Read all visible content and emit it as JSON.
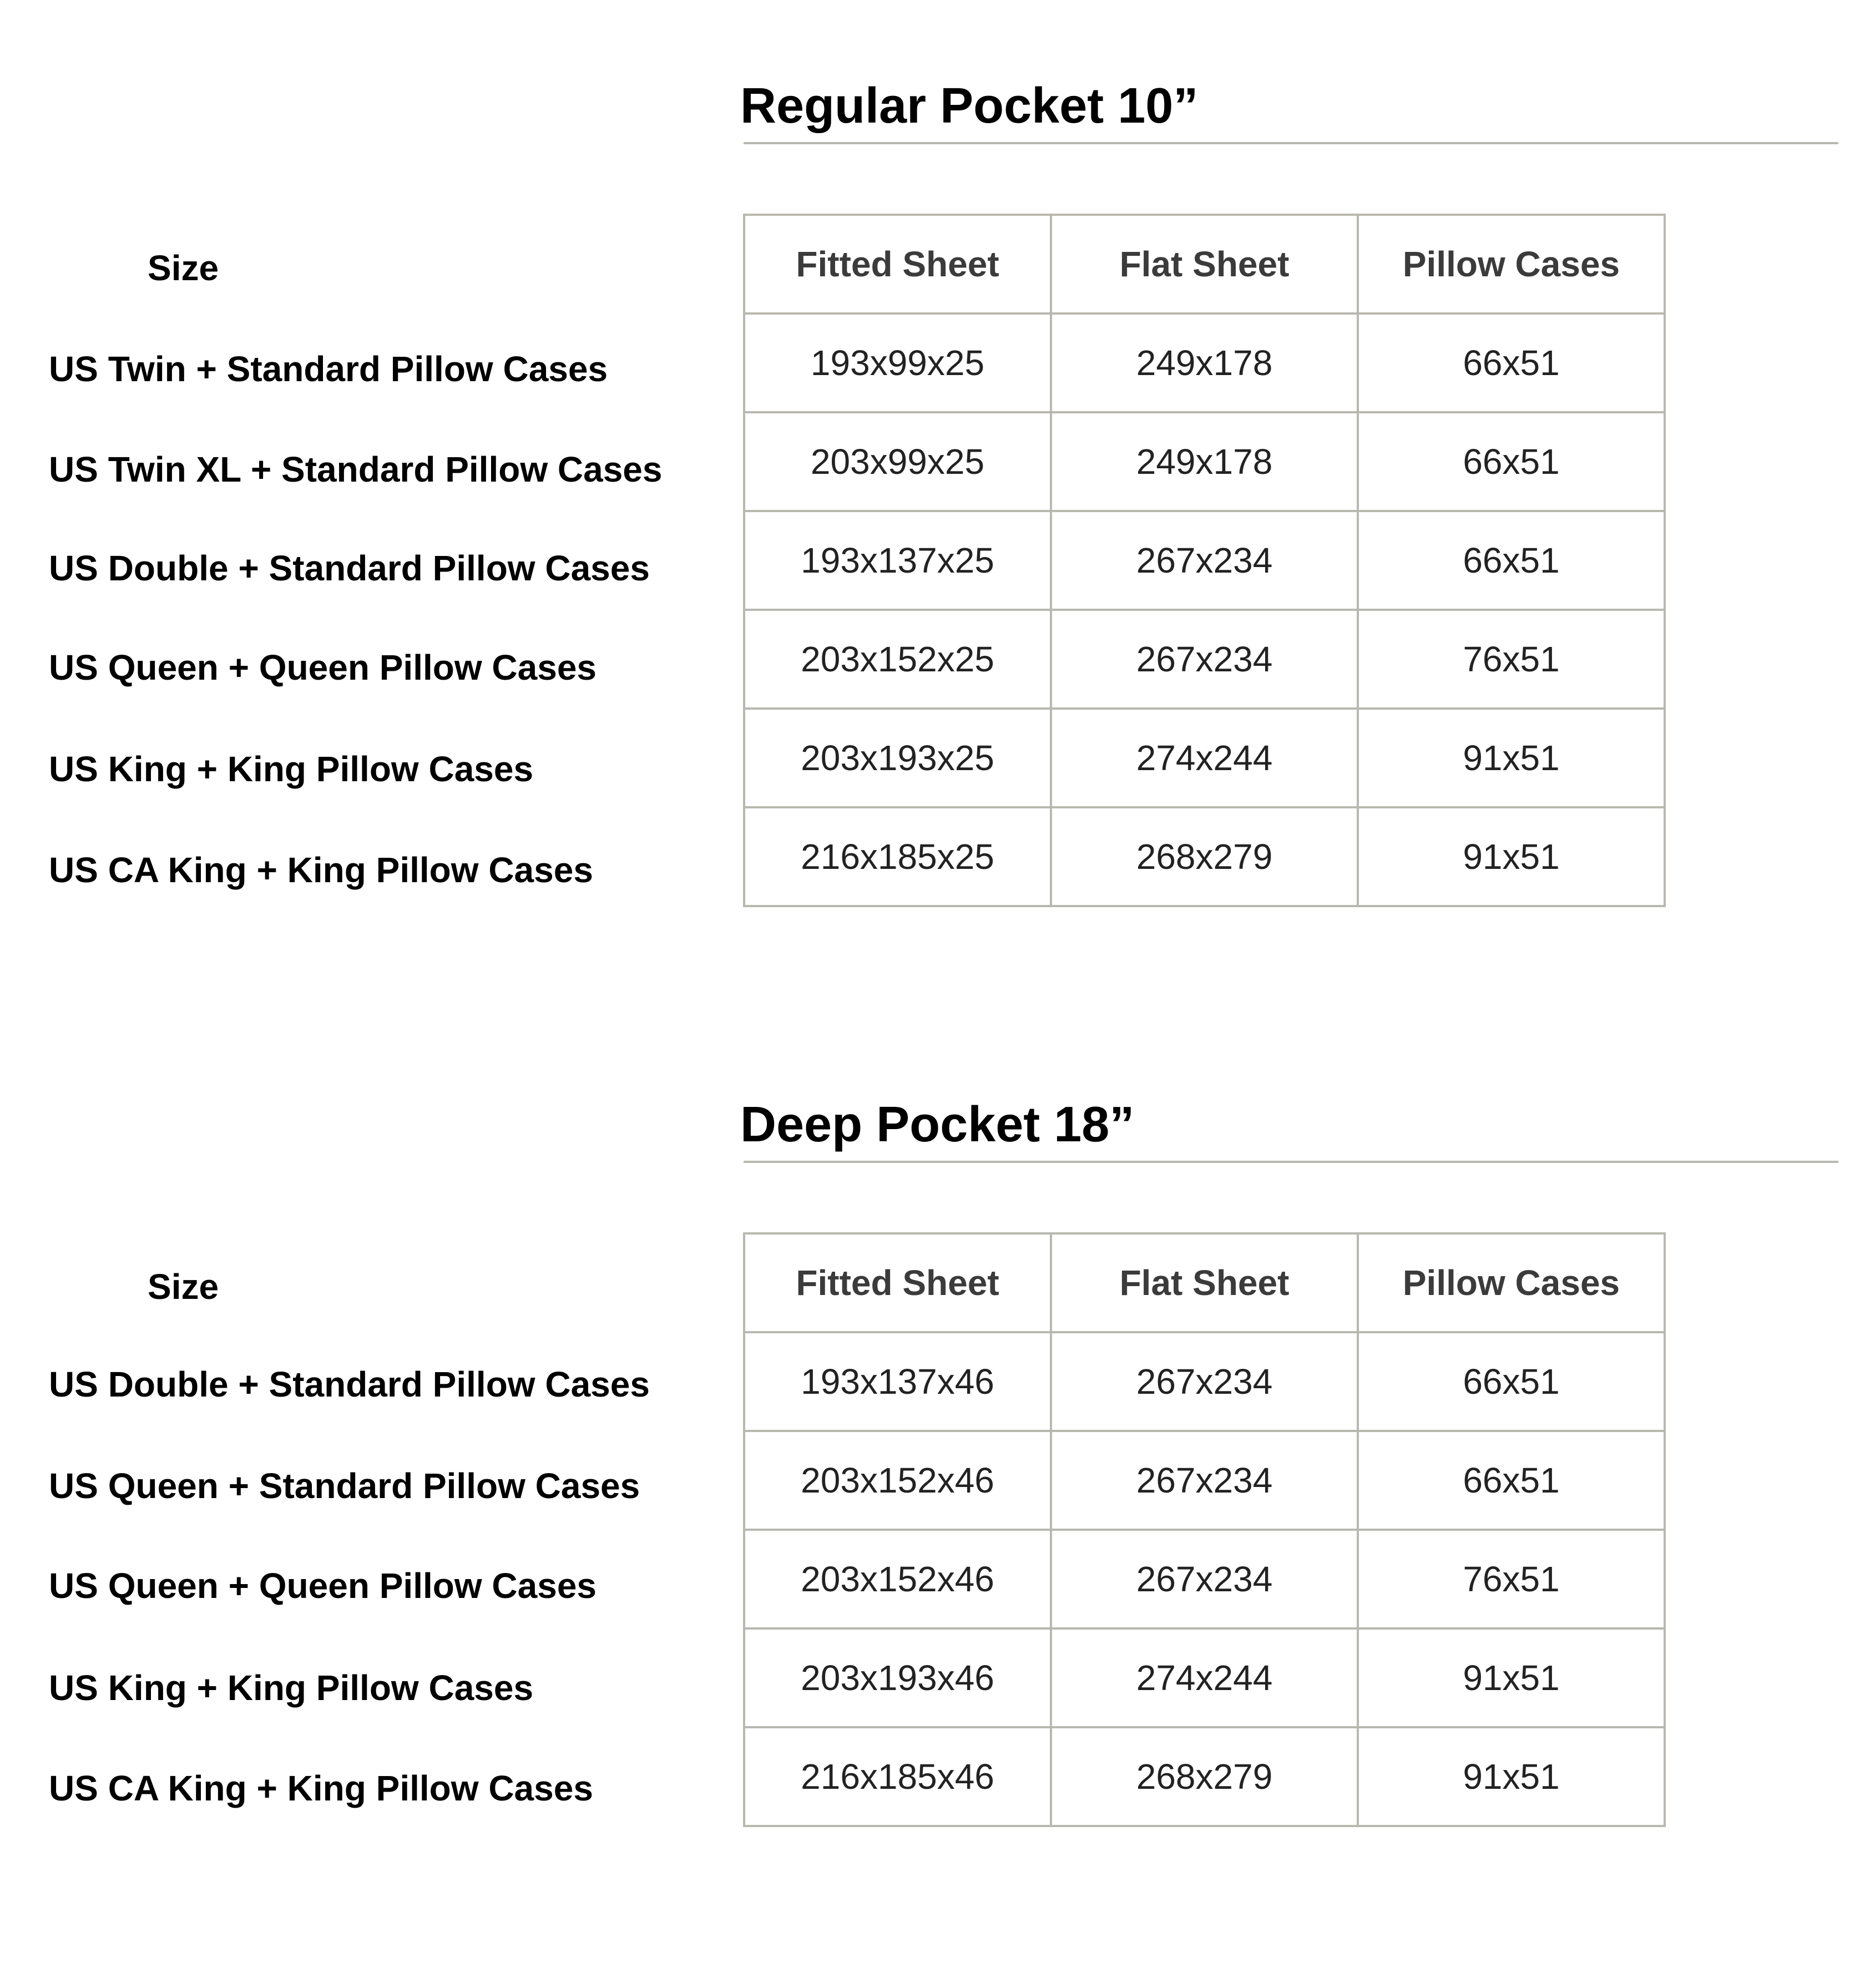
{
  "sections": [
    {
      "title": "Regular Pocket 10”",
      "size_header": "Size",
      "columns": [
        "Fitted Sheet",
        "Flat Sheet",
        "Pillow Cases"
      ],
      "rows": [
        {
          "size": "US Twin + Standard Pillow Cases",
          "fitted": "193x99x25",
          "flat": "249x178",
          "pillow": "66x51"
        },
        {
          "size": "US Twin XL + Standard Pillow Cases",
          "fitted": "203x99x25",
          "flat": "249x178",
          "pillow": "66x51"
        },
        {
          "size": "US Double + Standard Pillow Cases",
          "fitted": "193x137x25",
          "flat": "267x234",
          "pillow": "66x51"
        },
        {
          "size": "US Queen + Queen Pillow Cases",
          "fitted": "203x152x25",
          "flat": "267x234",
          "pillow": "76x51"
        },
        {
          "size": "US King + King Pillow Cases",
          "fitted": "203x193x25",
          "flat": "274x244",
          "pillow": "91x51"
        },
        {
          "size": "US CA King + King Pillow Cases",
          "fitted": "216x185x25",
          "flat": "268x279",
          "pillow": "91x51"
        }
      ]
    },
    {
      "title": "Deep Pocket 18”",
      "size_header": "Size",
      "columns": [
        "Fitted Sheet",
        "Flat Sheet",
        "Pillow Cases"
      ],
      "rows": [
        {
          "size": "US Double + Standard Pillow Cases",
          "fitted": "193x137x46",
          "flat": "267x234",
          "pillow": "66x51"
        },
        {
          "size": "US Queen + Standard Pillow Cases",
          "fitted": "203x152x46",
          "flat": "267x234",
          "pillow": "66x51"
        },
        {
          "size": "US Queen + Queen Pillow Cases",
          "fitted": "203x152x46",
          "flat": "267x234",
          "pillow": "76x51"
        },
        {
          "size": "US King + King Pillow Cases",
          "fitted": "203x193x46",
          "flat": "274x244",
          "pillow": "91x51"
        },
        {
          "size": "US CA King + King Pillow Cases",
          "fitted": "216x185x46",
          "flat": "268x279",
          "pillow": "91x51"
        }
      ]
    }
  ],
  "colors": {
    "text": "#000000",
    "header_text": "#3b3b3b",
    "grid_line": "#b9b8b0"
  }
}
